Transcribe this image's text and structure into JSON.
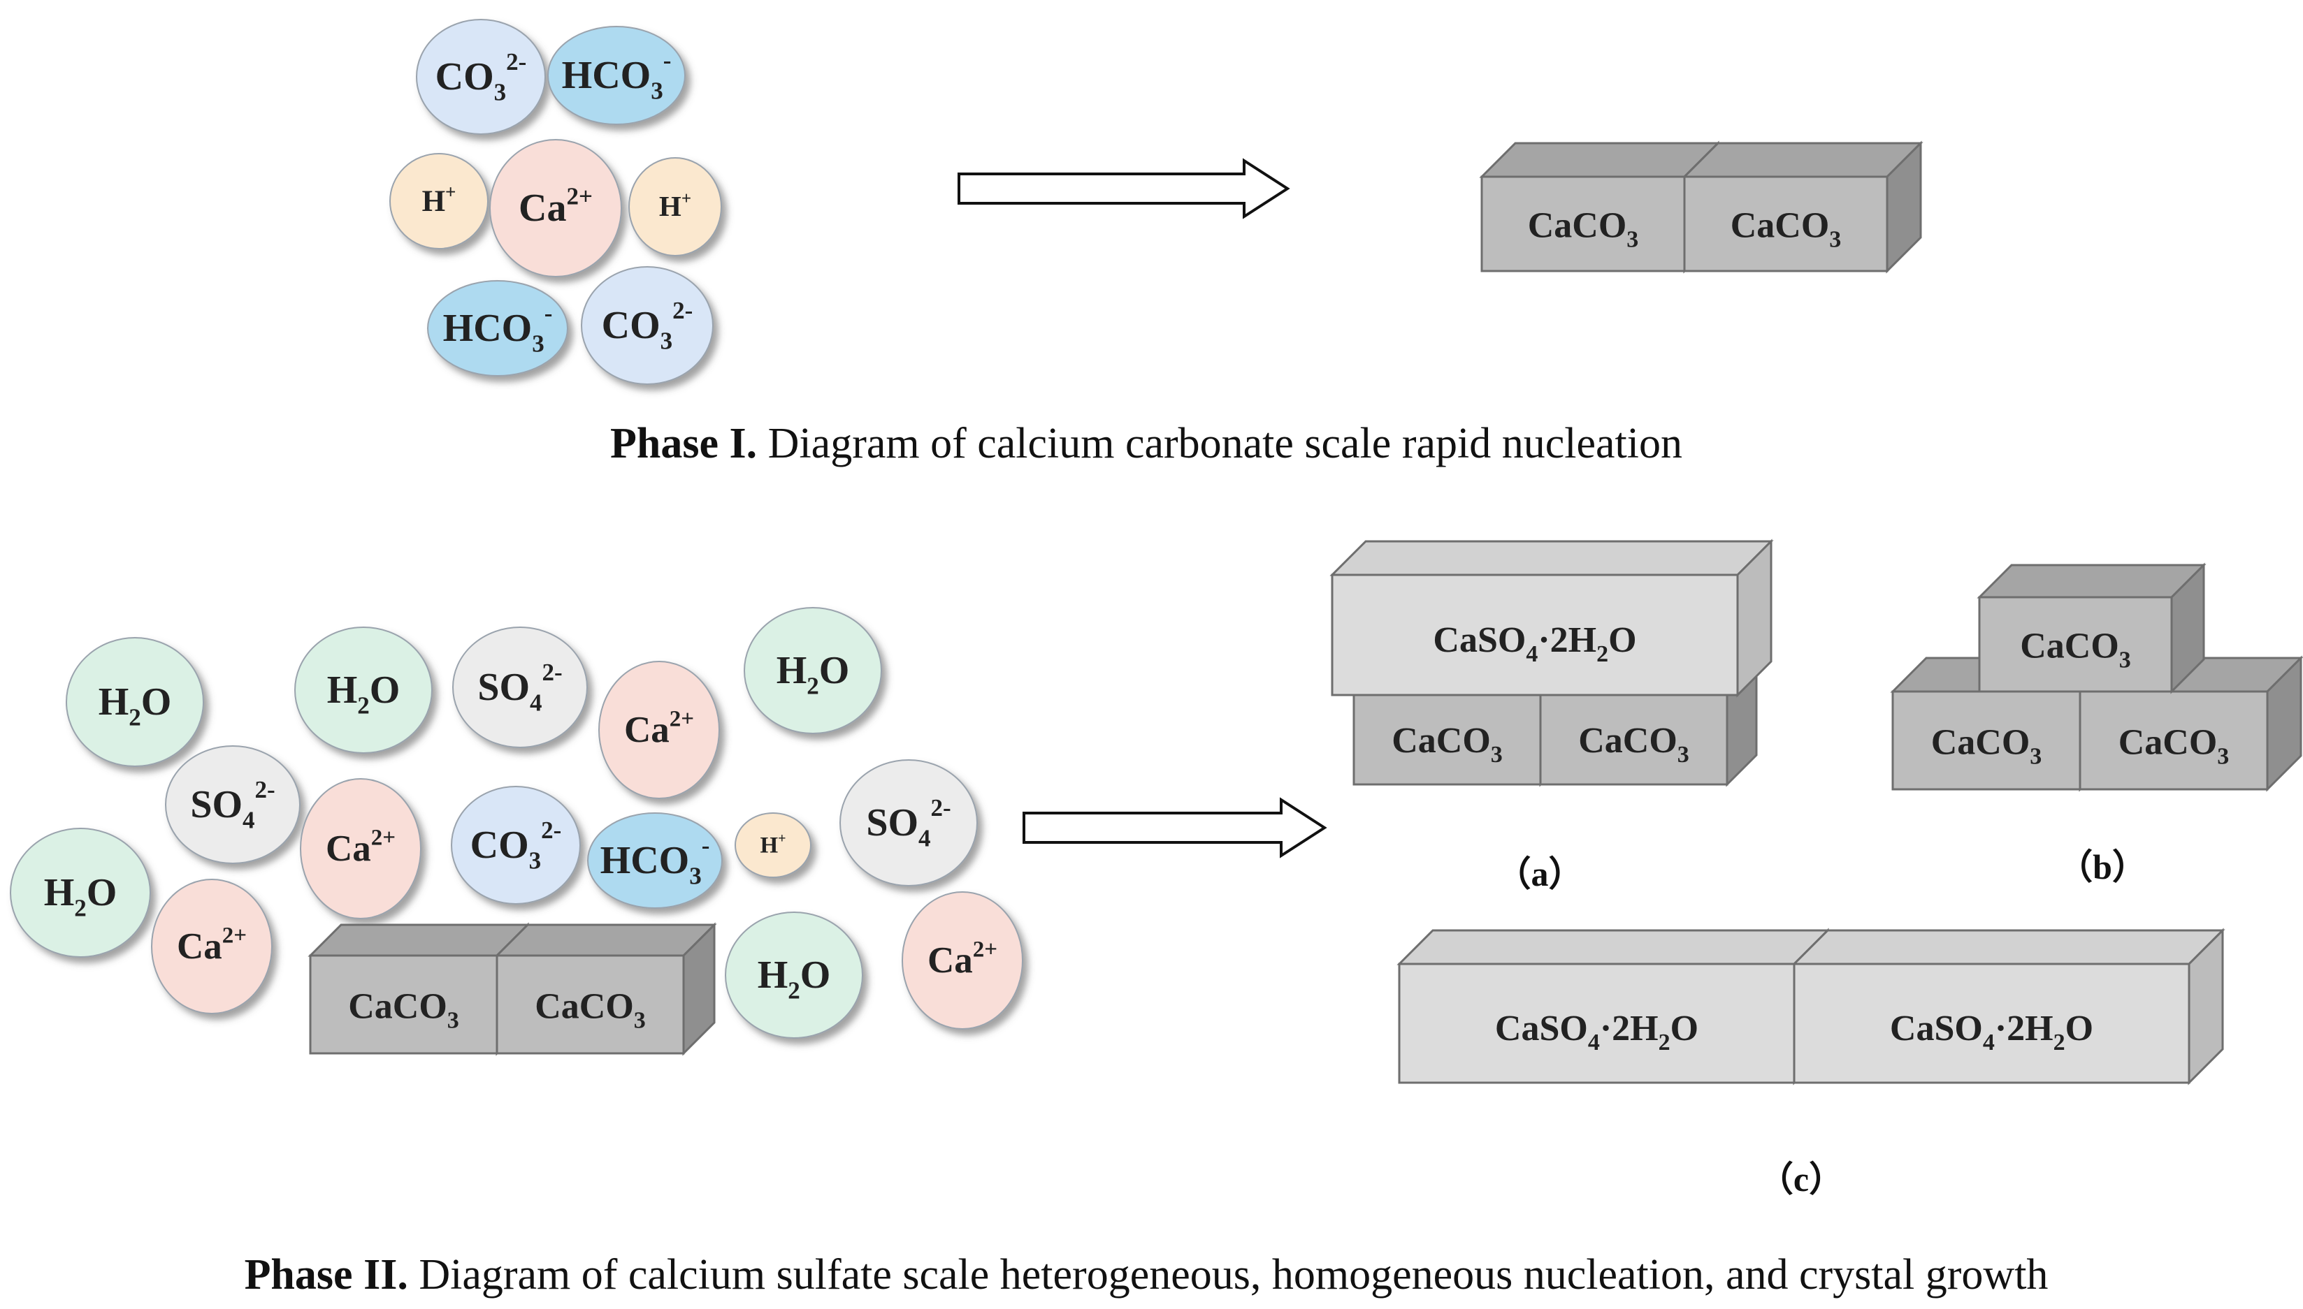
{
  "captions": {
    "phase1": {
      "bold": "Phase I.",
      "text": " Diagram of calcium carbonate scale rapid nucleation"
    },
    "phase2": {
      "bold": "Phase II.",
      "text": " Diagram of calcium sulfate scale heterogeneous, homogeneous nucleation, and crystal growth"
    }
  },
  "colors": {
    "carbonate": "#d9e6f7",
    "bicarbonate": "#aedaf0",
    "hydrogen": "#fbe8cf",
    "calcium": "#f9ded8",
    "water": "#dbf1e5",
    "sulfate": "#ececec",
    "caco3_box": "#bdbdbd",
    "gypsum_box": "#dcdcdc"
  },
  "ions": {
    "co3": {
      "base": "CO",
      "sub": "3",
      "sup": "2-"
    },
    "hco3": {
      "base": "HCO",
      "sub": "3",
      "sup": "-"
    },
    "h": {
      "base": "H",
      "sub": "",
      "sup": "+"
    },
    "ca": {
      "base": "Ca",
      "sub": "",
      "sup": "2+"
    },
    "h2o": {
      "base": "H",
      "sub": "2",
      "post": "O",
      "sup": ""
    },
    "so4": {
      "base": "SO",
      "sub": "4",
      "sup": "2-"
    }
  },
  "boxes": {
    "caco3": {
      "base": "CaCO",
      "sub": "3"
    },
    "gypsum": {
      "pre": "CaSO",
      "sub1": "4",
      "mid": "·2H",
      "sub2": "2",
      "post": "O"
    }
  },
  "sublabels": {
    "a": "（a）",
    "b": "（b）",
    "c": "（c）"
  }
}
